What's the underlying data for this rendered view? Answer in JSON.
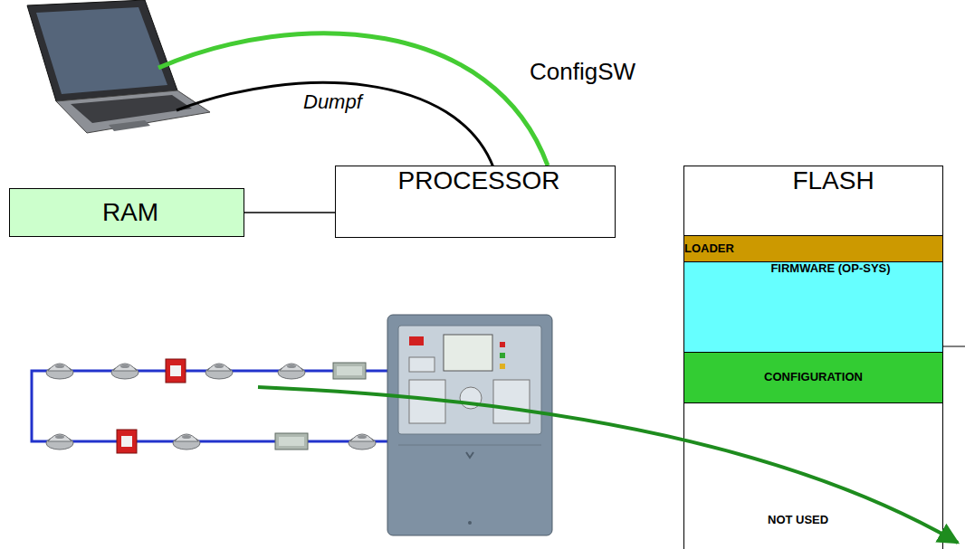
{
  "diagram": {
    "nodes": [
      {
        "text": [
          "RAM"
        ]
      },
      {
        "text": [
          "PROCESSOR"
        ]
      },
      {
        "text": [
          "FLASH"
        ]
      },
      {
        "text": [
          "LOADER"
        ]
      },
      {
        "text": [
          "FIRMWARE (OP-SYS)"
        ]
      },
      {
        "text": [
          "CONFIGURATION"
        ]
      },
      {
        "text": [
          "NOT USED"
        ]
      }
    ],
    "edges": [
      {
        "from": 0,
        "to": 1,
        "arrow": "none"
      }
    ],
    "labels": [
      "Dumpf",
      "ConfigSW"
    ]
  }
}
